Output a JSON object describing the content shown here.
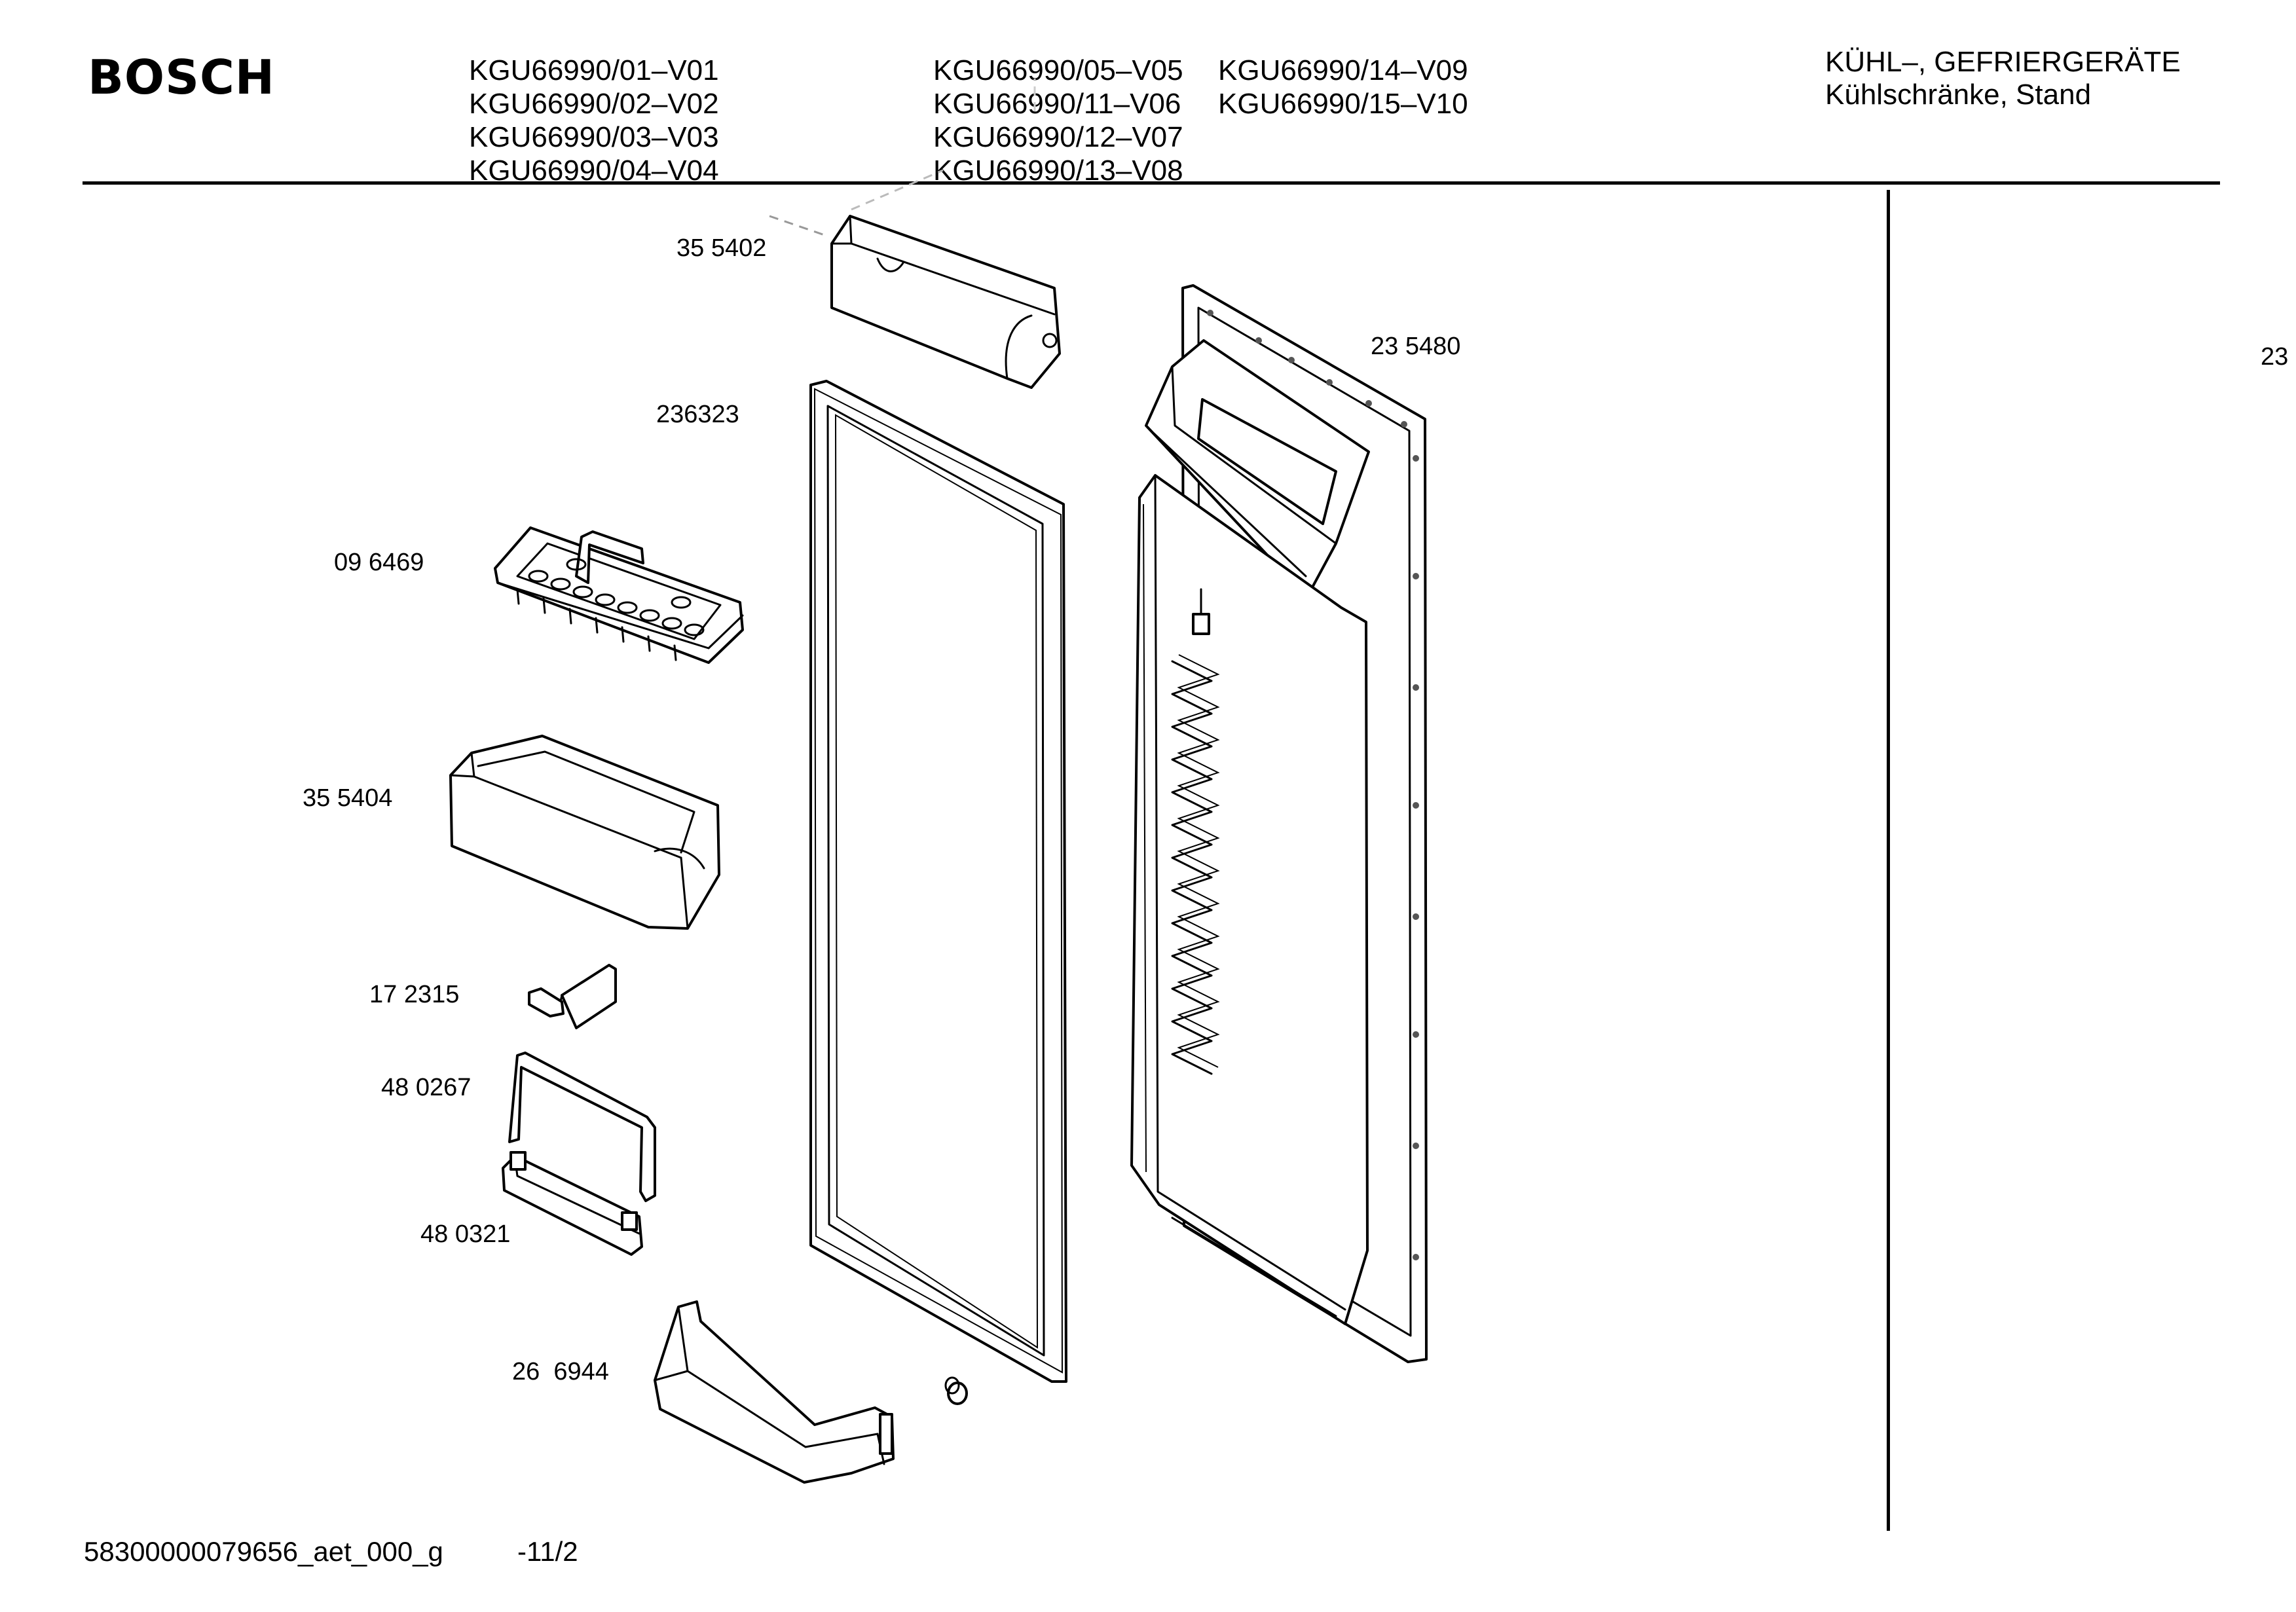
{
  "header": {
    "brand": "BOSCH",
    "models": [
      [
        "KGU66990/01–V01",
        "KGU66990/02–V02",
        "KGU66990/03–V03",
        "KGU66990/04–V04"
      ],
      [
        "KGU66990/05–V05",
        "KGU66990/11–V06",
        "KGU66990/12–V07",
        "KGU66990/13–V08"
      ],
      [
        "KGU66990/14–V09",
        "KGU66990/15–V10"
      ]
    ],
    "category": "KÜHL–, GEFRIERGERÄTE",
    "subcategory": "Kühlschränke, Stand"
  },
  "parts": [
    "35 5402",
    "236323",
    "23 5480",
    "09 6469",
    "35 5404",
    "17 2315",
    "48 0267",
    "48 0321",
    "26  6944"
  ],
  "side_label": "23",
  "footer": {
    "doc_id": "58300000079656_aet_000_g",
    "page": "-11/2"
  }
}
